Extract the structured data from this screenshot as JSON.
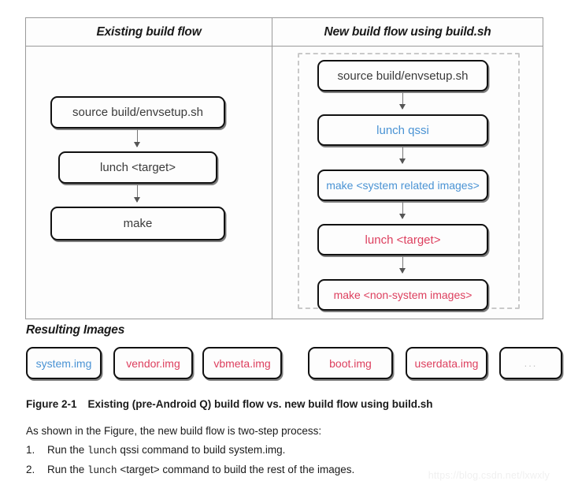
{
  "figure": {
    "columns": [
      {
        "header": "Existing build flow"
      },
      {
        "header": "New build flow using build.sh"
      }
    ],
    "existing_flow": [
      {
        "label": "source build/envsetup.sh",
        "color": "default"
      },
      {
        "label": "lunch <target>",
        "color": "default"
      },
      {
        "label": "make",
        "color": "default"
      }
    ],
    "new_flow": [
      {
        "label": "source build/envsetup.sh",
        "color": "default"
      },
      {
        "label": "lunch qssi",
        "color": "blue"
      },
      {
        "label": "make <system related images>",
        "color": "blue"
      },
      {
        "label": "lunch <target>",
        "color": "red"
      },
      {
        "label": "make <non-system images>",
        "color": "red"
      }
    ]
  },
  "resulting": {
    "title": "Resulting Images",
    "images": [
      {
        "label": "system.img",
        "color": "blue"
      },
      {
        "label": "vendor.img",
        "color": "red"
      },
      {
        "label": "vbmeta.img",
        "color": "red"
      },
      {
        "label": "boot.img",
        "color": "red"
      },
      {
        "label": "userdata.img",
        "color": "red"
      },
      {
        "label": "...",
        "color": "muted"
      }
    ]
  },
  "caption": {
    "number": "Figure 2-1",
    "text": "Existing (pre-Android Q) build flow vs. new build flow using build.sh"
  },
  "body": {
    "intro": "As shown in the Figure, the new build flow is two-step process:",
    "steps": [
      {
        "num": "1.",
        "pre": "Run the ",
        "cmd": "lunch",
        "post": " qssi command to build system.img."
      },
      {
        "num": "2.",
        "pre": "Run the ",
        "cmd": "lunch",
        "post": " <target> command to build the rest of the images."
      }
    ]
  },
  "watermark": "https://blog.csdn.net/lxwxly",
  "colors": {
    "blue": "#4a93d4",
    "red": "#dd3f5e",
    "box_border": "#111111",
    "table_border": "#9a9a9a",
    "dashed": "#c9c9c9"
  }
}
